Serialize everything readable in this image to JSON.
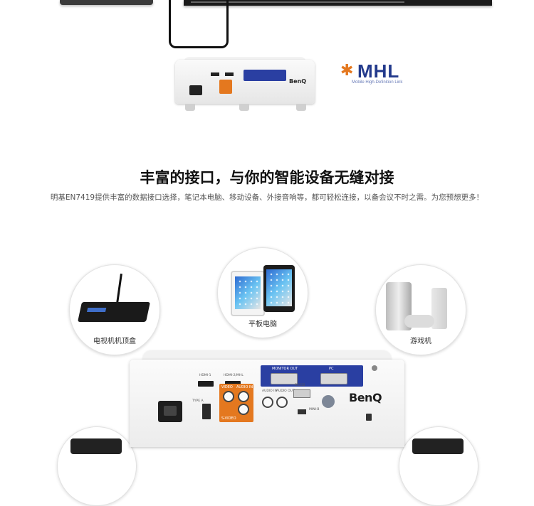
{
  "mhl_logo": {
    "text": "MHL",
    "subtitle": "Mobile High-Definition Link",
    "star_color": "#e4781f",
    "text_color": "#233a8c"
  },
  "section": {
    "heading": "丰富的接口，与你的智能设备无缝对接",
    "description": "明基EN7419提供丰富的数据接口选择，笔记本电脑、移动设备、外接音响等，都可轻松连接，以备会议不时之需。为您预想更多！"
  },
  "devices": {
    "set_top_box": "电视机机顶盒",
    "tablet": "平板电脑",
    "game_console": "游戏机"
  },
  "projector_small": {
    "brand": "BenQ"
  },
  "projector_big": {
    "brand": "BenQ",
    "port_labels": {
      "hdmi1": "HDMI-1",
      "hdmi2": "HDMI-2/MHL",
      "monitor_out": "MONITOR OUT",
      "pc": "PC",
      "audio_in": "AUDIO IN",
      "audio_out": "AUDIO OUT",
      "rs232": "RS232",
      "video": "VIDEO",
      "audio_in_orange": "AUDIO IN",
      "s_video": "S-VIDEO",
      "type_a": "TYPE A",
      "mini_b": "MINI-B"
    }
  }
}
